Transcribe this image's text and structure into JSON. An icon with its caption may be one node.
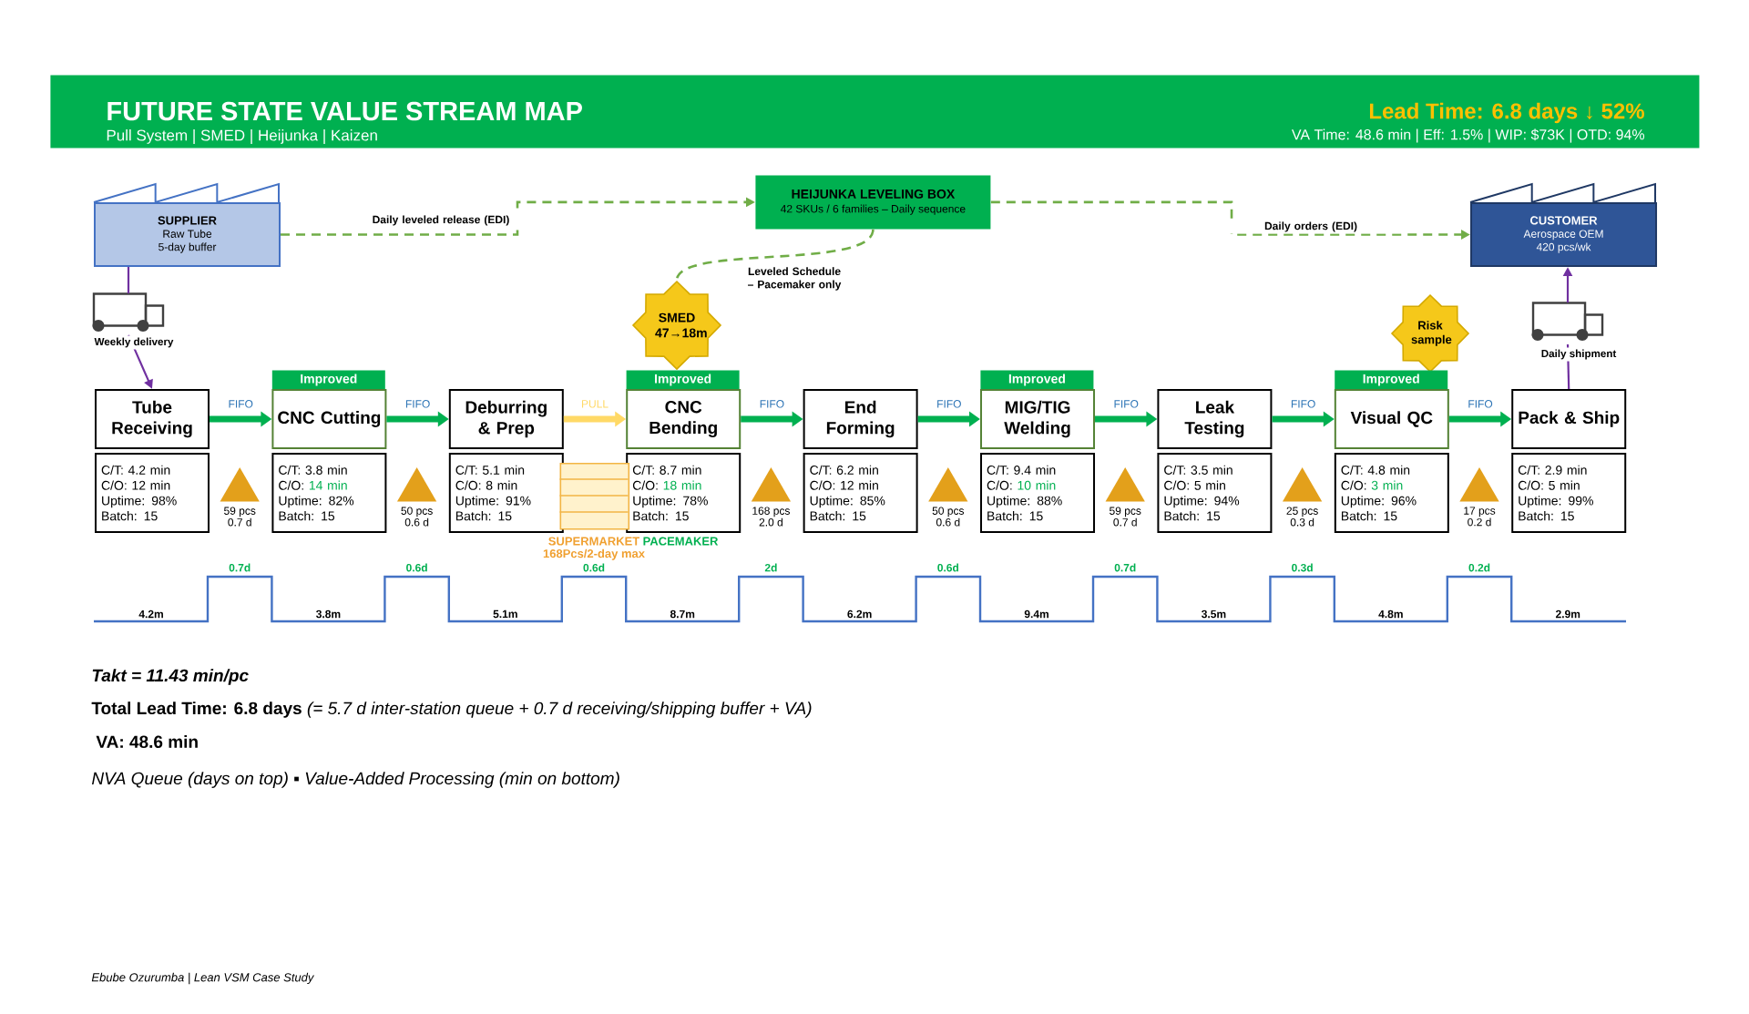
{
  "diagram": {
    "title": "FUTURE STATE VALUE STREAM MAP",
    "nodes": [
      {
        "text": [
          "Pull System | SMED | Heijunka | Kaizen",
          "Lead Time: 6.8 days ↓ 52%",
          "VA Time: 48.6 min  |  Eff: 1.5% | WIP: $73K | OTD: 94%"
        ]
      },
      {
        "text": [
          "SUPPLIER",
          "Raw Tube",
          "5-day buffer"
        ]
      },
      {
        "text": [
          "HEIJUNKA LEVELING BOX",
          "42 SKUs / 6 families – Daily sequence"
        ]
      },
      {
        "text": [
          "CUSTOMER",
          "Aerospace OEM",
          "420 pcs/wk"
        ]
      },
      {
        "text": [],
        "shape": "truck",
        "beside": [
          "Weekly delivery"
        ]
      },
      {
        "text": [
          "SMED",
          "47→18m"
        ]
      },
      {
        "text": [
          "Risk sample"
        ]
      },
      {
        "text": [],
        "shape": "truck",
        "beside": [
          "Daily shipment"
        ]
      },
      {
        "text": [
          "Improved"
        ]
      },
      {
        "text": [
          "Improved"
        ]
      },
      {
        "text": [
          "Improved"
        ]
      },
      {
        "text": [
          "Improved"
        ]
      },
      {
        "text": [
          "Tube Receiving"
        ]
      },
      {
        "text": [
          "CNC Cutting"
        ]
      },
      {
        "text": [
          "Deburring & Prep"
        ]
      },
      {
        "text": [
          "CNC Bending"
        ]
      },
      {
        "text": [
          "End Forming"
        ]
      },
      {
        "text": [
          "MIG/TIG Welding"
        ]
      },
      {
        "text": [
          "Leak Testing"
        ]
      },
      {
        "text": [
          "Visual QC"
        ]
      },
      {
        "text": [
          "Pack & Ship"
        ]
      },
      {
        "text": [
          "C/T: 4.2 min",
          "C/O: 12 min",
          "Uptime: 98%",
          "Batch: 15"
        ]
      },
      {
        "text": [
          "C/T: 3.8 min",
          "C/O:",
          "14 min",
          "Uptime: 82%",
          "Batch: 15"
        ]
      },
      {
        "text": [
          "C/T: 5.1 min",
          "C/O: 8 min",
          "Uptime: 91%",
          "Batch: 15"
        ]
      },
      {
        "text": [
          "C/T: 8.7 min",
          "C/O:",
          "18 min",
          "Uptime: 78%",
          "Batch: 15"
        ]
      },
      {
        "text": [
          "C/T: 6.2 min",
          "C/O: 12 min",
          "Uptime: 85%",
          "Batch: 15"
        ]
      },
      {
        "text": [
          "C/T: 9.4 min",
          "C/O:",
          "10 min",
          "Uptime: 88%",
          "Batch: 15"
        ]
      },
      {
        "text": [
          "C/T: 3.5 min",
          "C/O: 5 min",
          "Uptime: 94%",
          "Batch: 15"
        ]
      },
      {
        "text": [
          "C/T: 4.8 min",
          "C/O:",
          "3 min",
          "Uptime: 96%",
          "Batch: 15"
        ]
      },
      {
        "text": [
          "C/T: 2.9 min",
          "C/O: 5 min",
          "Uptime: 99%",
          "Batch: 15"
        ]
      },
      {
        "text": [],
        "shape": "triangle",
        "beside": [
          "59 pcs",
          "0.7 d"
        ]
      },
      {
        "text": [],
        "shape": "triangle",
        "beside": [
          "50 pcs",
          "0.6 d"
        ]
      },
      {
        "text": [],
        "shape": "box",
        "beside": [
          "SUPERMARKET",
          "168Pcs/2-day max"
        ]
      },
      {
        "text": [],
        "shape": "triangle",
        "beside": [
          "168 pcs",
          "2.0 d"
        ]
      },
      {
        "text": [],
        "shape": "triangle",
        "beside": [
          "50 pcs",
          "0.6 d"
        ]
      },
      {
        "text": [],
        "shape": "triangle",
        "beside": [
          "59 pcs",
          "0.7 d"
        ]
      },
      {
        "text": [],
        "shape": "triangle",
        "beside": [
          "25 pcs",
          "0.3 d"
        ]
      },
      {
        "text": [],
        "shape": "triangle",
        "beside": [
          "17 pcs",
          "0.2 d"
        ]
      }
    ],
    "edges": [
      {
        "from": 1,
        "to": 2,
        "arrow": "to",
        "label": "Daily leveled release (EDI)",
        "style": "dashed",
        "color": "#70ad47"
      },
      {
        "from": 2,
        "to": 3,
        "arrow": "to",
        "label": "Daily orders (EDI)",
        "style": "dashed",
        "color": "#70ad47"
      },
      {
        "from": 2,
        "to": 5,
        "arrow": "none",
        "label": "Leveled Schedule – Pacemaker only",
        "style": "dashed",
        "color": "#70ad47"
      },
      {
        "from": 1,
        "to": 4,
        "arrow": "none",
        "color": "#7030a0"
      },
      {
        "from": 4,
        "to": 12,
        "arrow": "to",
        "color": "#7030a0"
      },
      {
        "from": 20,
        "to": 7,
        "arrow": "none",
        "color": "#7030a0"
      },
      {
        "from": 7,
        "to": 3,
        "arrow": "to",
        "color": "#7030a0"
      },
      {
        "from": 12,
        "to": 13,
        "arrow": "to",
        "label": "FIFO"
      },
      {
        "from": 13,
        "to": 14,
        "arrow": "to",
        "label": "FIFO"
      },
      {
        "from": 14,
        "to": 15,
        "arrow": "to",
        "label": "PULL",
        "color": "#ffd966"
      },
      {
        "from": 15,
        "to": 16,
        "arrow": "to",
        "label": "FIFO"
      },
      {
        "from": 16,
        "to": 17,
        "arrow": "to",
        "label": "FIFO"
      },
      {
        "from": 17,
        "to": 18,
        "arrow": "to",
        "label": "FIFO"
      },
      {
        "from": 18,
        "to": 19,
        "arrow": "to",
        "label": "FIFO"
      },
      {
        "from": 19,
        "to": 20,
        "arrow": "to",
        "label": "FIFO"
      }
    ],
    "labels": [
      "PACEMAKER",
      "0.7d",
      "0.6d",
      "0.6d",
      "2d",
      "0.6d",
      "0.7d",
      "0.3d",
      "0.2d",
      "4.2m",
      "3.8m",
      "5.1m",
      "8.7m",
      "6.2m",
      "9.4m",
      "3.5m",
      "4.8m",
      "2.9m",
      "Takt = 11.43 min/pc",
      "**Total Lead Time: 6.8 days** *(= 5.7 d inter-station queue + 0.7 d receiving/shipping buffer + VA)*",
      "VA: 48.6 min",
      "NVA Queue (days on top)  ▪  Value-Added Processing (min on bottom)",
      "Ebube Ozurumba  |  Lean VSM Case Study"
    ]
  }
}
